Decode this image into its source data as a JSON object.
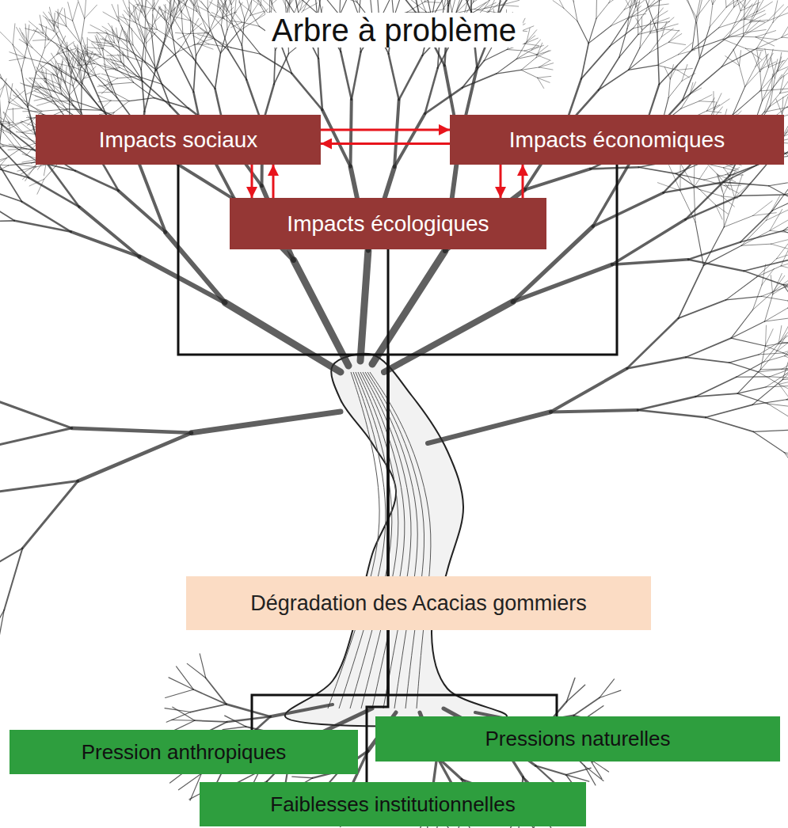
{
  "diagram": {
    "title": "Arbre à problème",
    "nodes": [
      {
        "text": [
          "Impacts sociaux"
        ]
      },
      {
        "text": [
          "Impacts économiques"
        ]
      },
      {
        "text": [
          "Impacts écologiques"
        ]
      },
      {
        "text": [
          "Dégradation des Acacias gommiers"
        ]
      },
      {
        "text": [
          "Pression anthropiques"
        ]
      },
      {
        "text": [
          "Pressions naturelles"
        ]
      },
      {
        "text": [
          "Faiblesses institutionnelles"
        ]
      }
    ],
    "edges": [
      {
        "from": 0,
        "to": 1,
        "arrow": "to"
      },
      {
        "from": 1,
        "to": 0,
        "arrow": "to"
      },
      {
        "from": 0,
        "to": 2,
        "arrow": "to"
      },
      {
        "from": 2,
        "to": 0,
        "arrow": "to"
      },
      {
        "from": 1,
        "to": 2,
        "arrow": "to"
      },
      {
        "from": 2,
        "to": 1,
        "arrow": "to"
      },
      {
        "from": 0,
        "to": 3,
        "arrow": "none"
      },
      {
        "from": 1,
        "to": 3,
        "arrow": "none"
      },
      {
        "from": 2,
        "to": 3,
        "arrow": "none"
      },
      {
        "from": 3,
        "to": 4,
        "arrow": "none"
      },
      {
        "from": 3,
        "to": 5,
        "arrow": "none"
      },
      {
        "from": 3,
        "to": 6,
        "arrow": "none"
      }
    ]
  }
}
